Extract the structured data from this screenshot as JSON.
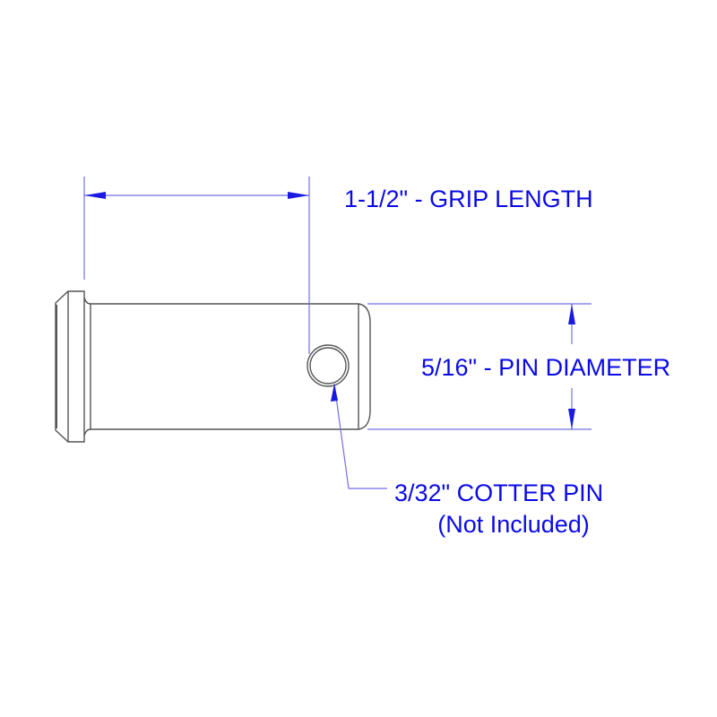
{
  "labels": {
    "grip_length": "1-1/2\" - GRIP LENGTH",
    "pin_diameter": "5/16\" - PIN DIAMETER",
    "cotter_pin": "3/32\" COTTER PIN",
    "cotter_note": "(Not Included)"
  },
  "colors": {
    "part_outline": "#555555",
    "dimension_line": "#7070e8",
    "text": "#0a0ae6",
    "arrow": "#1a1ae0"
  }
}
